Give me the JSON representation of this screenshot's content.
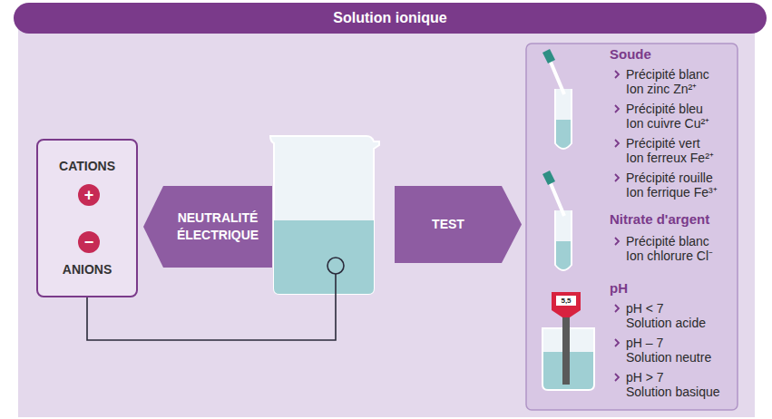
{
  "diagram": {
    "title": "Solution ionique",
    "nodes": [
      {
        "text": [
          "CATIONS",
          "ANIONS"
        ]
      },
      {
        "text": [
          "+"
        ],
        "in": 0
      },
      {
        "text": [
          "−"
        ],
        "in": 0
      },
      {
        "text": [
          "NEUTRALITÉ ÉLECTRIQUE"
        ]
      },
      {
        "text": [
          "TEST"
        ]
      },
      {
        "text": [
          "Soude",
          "Précipité blanc Ion zinc Zn²⁺",
          "Précipité bleu Ion cuivre Cu²⁺",
          "Précipité vert Ion ferreux Fe²⁺",
          "Précipité rouille Ion ferrique Fe³⁺",
          "Nitrate d'argent",
          "Précipité blanc Ion chlorure Cl⁻",
          "pH",
          "pH < 7 Solution acide",
          "pH – 7 Solution neutre",
          "pH > 7 Solution basique"
        ]
      }
    ],
    "labels": [
      "5,5"
    ]
  }
}
